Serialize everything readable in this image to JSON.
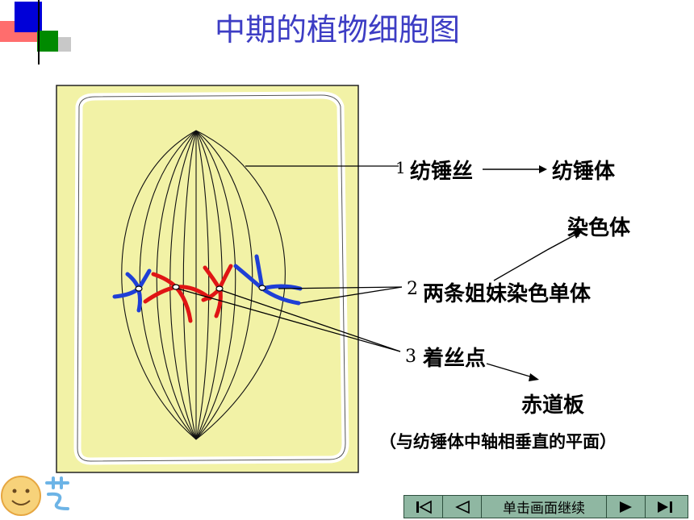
{
  "slide": {
    "title": "中期的植物细胞图",
    "labels": {
      "spindle_num": "1",
      "spindle": "纺锤丝",
      "spindle_body": "纺锤体",
      "chromosome": "染色体",
      "chromatid_num": "2",
      "chromatids": "两条姐妹染色单体",
      "centromere_num": "3",
      "centromere": "着丝点",
      "metaphase_plate": "赤道板",
      "plate_note": "（与纺锤体中轴相垂直的平面）"
    }
  },
  "navigation": {
    "first_icon": "skip-to-first-icon",
    "prev_icon": "previous-icon",
    "continue_label": "单击画面继续",
    "next_icon": "next-icon",
    "last_icon": "skip-to-last-icon",
    "bar_color": "#8fb7a2"
  },
  "colors": {
    "title": "#3d3dc4",
    "cell_fill": "#f2f2a6",
    "chromosome_red": "#e01515",
    "chromosome_blue": "#1f3fd6"
  }
}
